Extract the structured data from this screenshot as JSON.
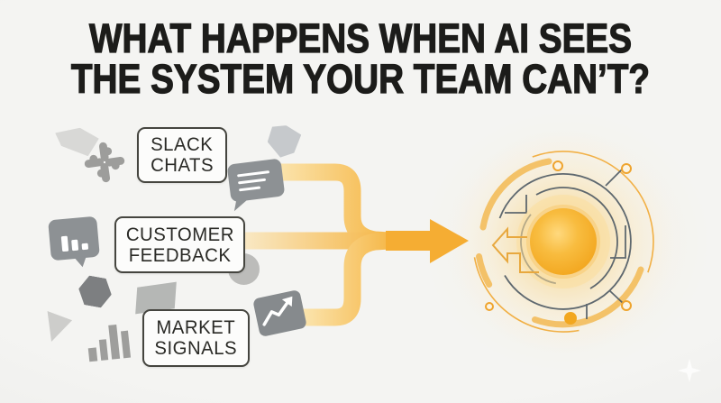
{
  "title": {
    "line1": "WHAT HAPPENS WHEN AI SEES",
    "line2": "THE SYSTEM YOUR TEAM CAN’T?"
  },
  "input_labels": [
    {
      "line1": "SLACK",
      "line2": "CHATS"
    },
    {
      "line1": "CUSTOMER",
      "line2": "FEEDBACK"
    },
    {
      "line1": "MARKET",
      "line2": "SIGNALS"
    }
  ],
  "icons": {
    "slack_logo": "slack pinwheel mark",
    "pentagon_shard": "gray pentagon fragment",
    "pentagon_small": "gray pentagon",
    "chat_bubble_lines": "speech bubble with text lines",
    "chat_bubble_bars": "speech bubble with bar chart",
    "circle_shape": "gray circle",
    "hexagon_shape": "gray hexagon",
    "parallelogram_shape": "gray parallelogram",
    "wedge_shape": "gray triangle wedge",
    "bar_chart": "ascending bar chart",
    "trend_chart": "chart card with rising arrow",
    "sparkle": "four point sparkle",
    "merge_arrow": "three streams merging into right arrow",
    "ai_core": "glowing circular circuit system"
  },
  "colors": {
    "background": "#f4f4f2",
    "title_text": "#1c1c1a",
    "box_border": "#45453f",
    "box_fill": "#fcfcfb",
    "icon_gray": "#8d9194",
    "stream_light": "#fbe7b4",
    "stream_amber": "#f5b23c",
    "arrow_amber": "#f5ad33",
    "circuit_line": "#4e5a64",
    "circuit_orange": "#f1ac3c",
    "core_fill": "#f5ad27"
  }
}
